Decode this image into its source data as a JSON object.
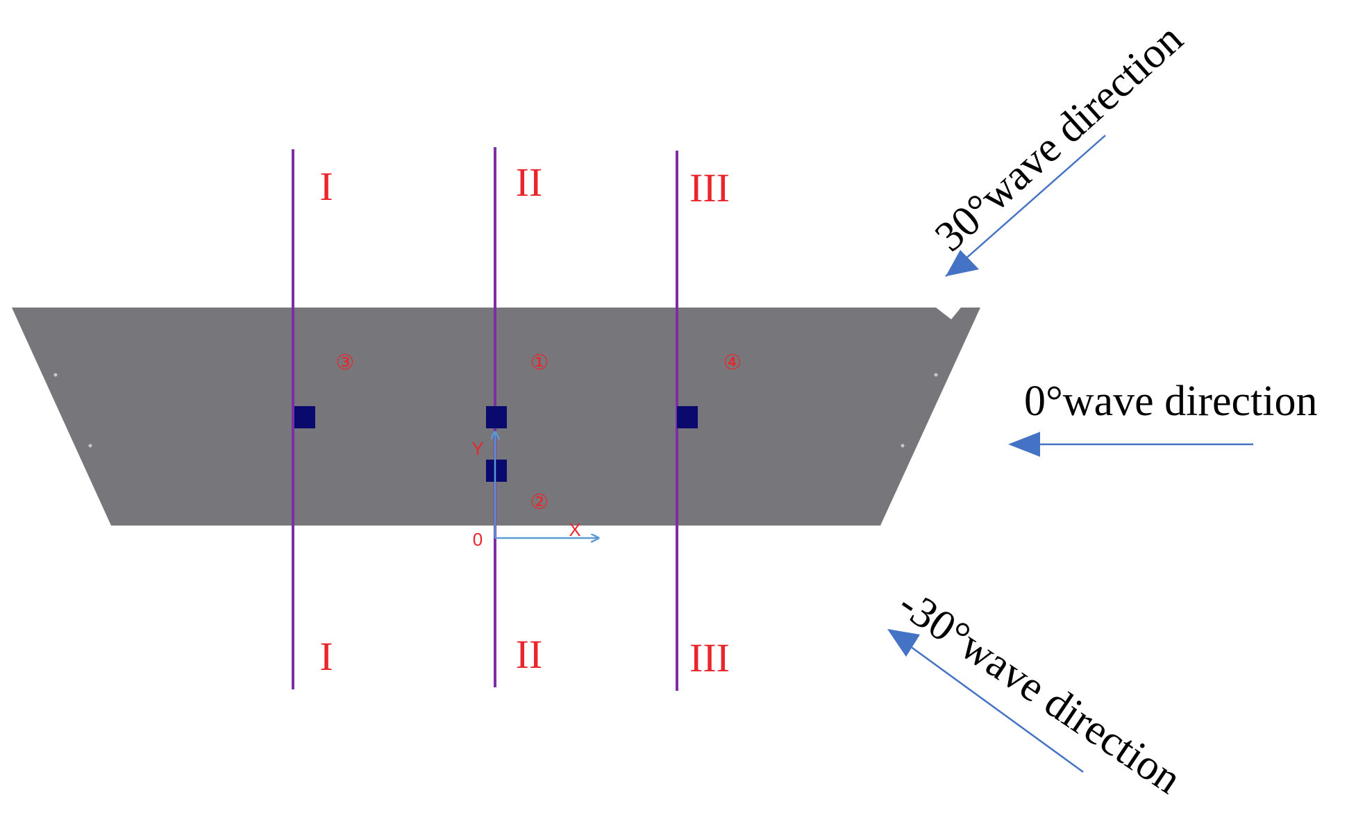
{
  "colors": {
    "deck": "#77777b",
    "section_line": "#7b2ea6",
    "section_label": "#e8262c",
    "module": "#0a0a6e",
    "axis": "#5b9bd5",
    "axis_label": "#e8262c",
    "wave_arrow": "#4472c4",
    "wave_text": "#000000"
  },
  "sections": [
    {
      "id": "section-1",
      "label_top": "I",
      "label_bottom": "I"
    },
    {
      "id": "section-2",
      "label_top": "II",
      "label_bottom": "II"
    },
    {
      "id": "section-3",
      "label_top": "III",
      "label_bottom": "III"
    }
  ],
  "positions": [
    "③",
    "①",
    "④",
    "②"
  ],
  "axes": {
    "origin": "0",
    "x": "X",
    "y": "Y"
  },
  "waves": [
    {
      "id": "wave-30",
      "label": "30°wave direction"
    },
    {
      "id": "wave-0",
      "label": "0°wave direction"
    },
    {
      "id": "wave-neg30",
      "label": "-30°wave direction"
    }
  ],
  "icons": {
    "module": "square-module-icon",
    "arrow": "arrow-head-icon"
  }
}
